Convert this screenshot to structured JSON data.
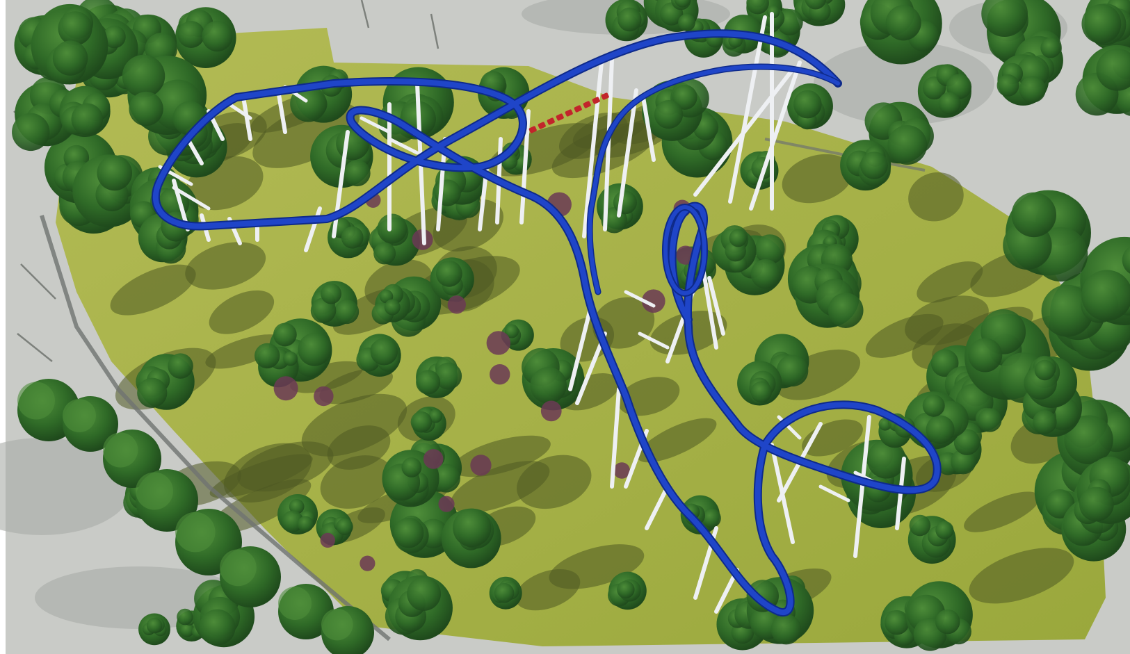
{
  "scene": {
    "type": "aerial render",
    "colors": {
      "frame": "#ffffff",
      "plaza": "#c9cbc7",
      "plaza_dark": "#a9aca6",
      "grass": "#9aa83c",
      "grass_light": "#b3bb55",
      "shadow": "#4f5a22",
      "tree_dark": "#1f4a1c",
      "tree_mid": "#2f6a27",
      "tree_light": "#4f8e3a",
      "track": "#1f45c8",
      "track_edge": "#0e2a8a",
      "support": "#eef0f3",
      "train": "#c2242b",
      "fence": "#6f7370",
      "flower": "#6b3a55"
    },
    "elements": [
      "plaza",
      "lawn",
      "trees",
      "roller-coaster-track",
      "track-supports",
      "coaster-train",
      "light-poles",
      "fence"
    ]
  }
}
